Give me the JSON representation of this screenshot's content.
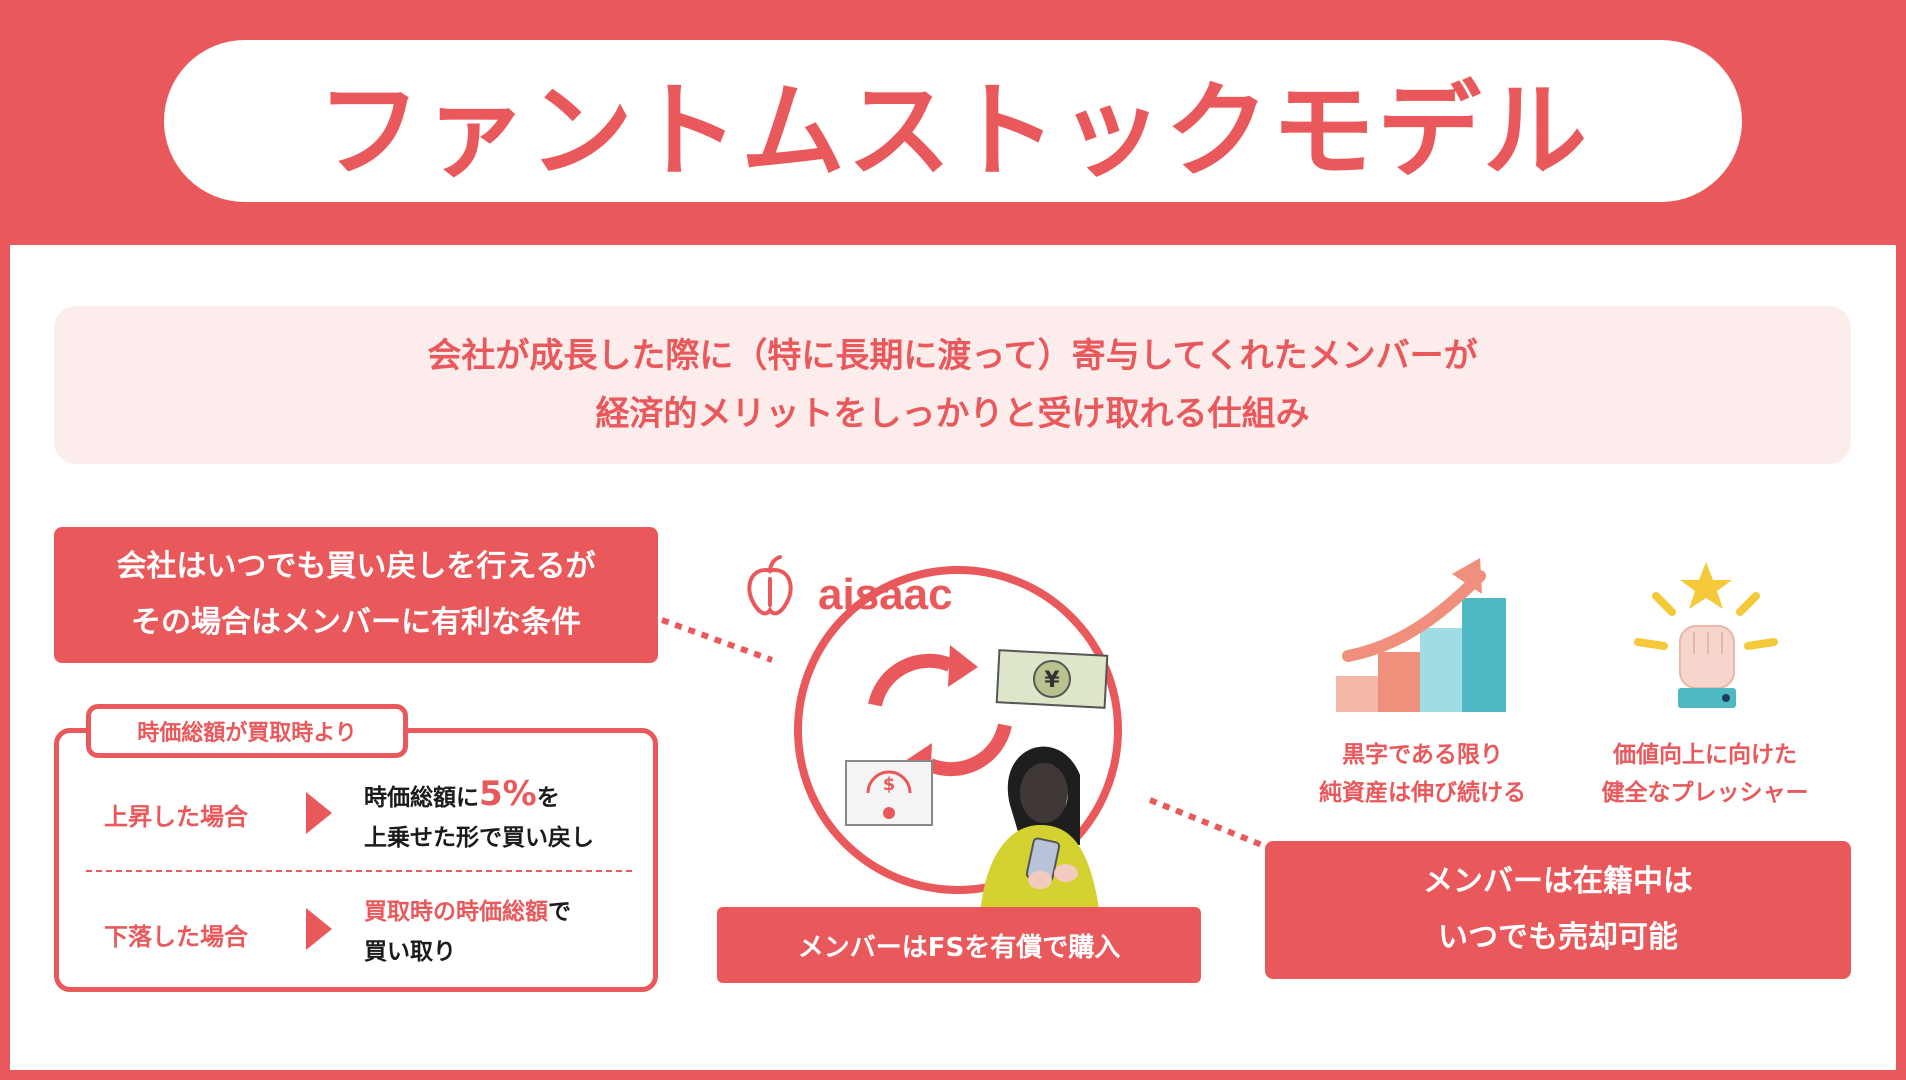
{
  "header": {
    "title": "ファントムストックモデル"
  },
  "subtitle": {
    "line1": "会社が成長した際に（特に長期に渡って）寄与してくれたメンバーが",
    "line2": "経済的メリットをしっかりと受け取れる仕組み"
  },
  "left": {
    "buyback": {
      "line1": "会社はいつでも買い戻しを行えるが",
      "line2": "その場合はメンバーに有利な条件"
    },
    "conditions": {
      "tab_label": "時価総額が買取時より",
      "rise": {
        "label": "上昇した場合",
        "text_pre": "時価総額に",
        "highlight": "5%",
        "text_post": "を",
        "line2": "上乗せた形で買い戻し"
      },
      "fall": {
        "label": "下落した場合",
        "highlight": "買取時の時価総額",
        "text_post": "で",
        "line2": "買い取り"
      }
    }
  },
  "center": {
    "brand": "aisaac",
    "bill_symbol": "¥",
    "certificate_symbol": "$",
    "label": "メンバーはFSを有償で購入"
  },
  "right": {
    "benefit1": {
      "line1": "黒字である限り",
      "line2": "純資産は伸び続ける"
    },
    "benefit2": {
      "line1": "価値向上に向けた",
      "line2": "健全なプレッシャー"
    },
    "box": {
      "line1": "メンバーは在籍中は",
      "line2": "いつでも売却可能"
    }
  },
  "colors": {
    "accent": "#E9595C",
    "light_pink": "#FDECEC",
    "teal": "#4FB9C3",
    "salmon": "#F2A08A",
    "yellow_green": "#D4D230",
    "gold": "#F5C93A"
  }
}
